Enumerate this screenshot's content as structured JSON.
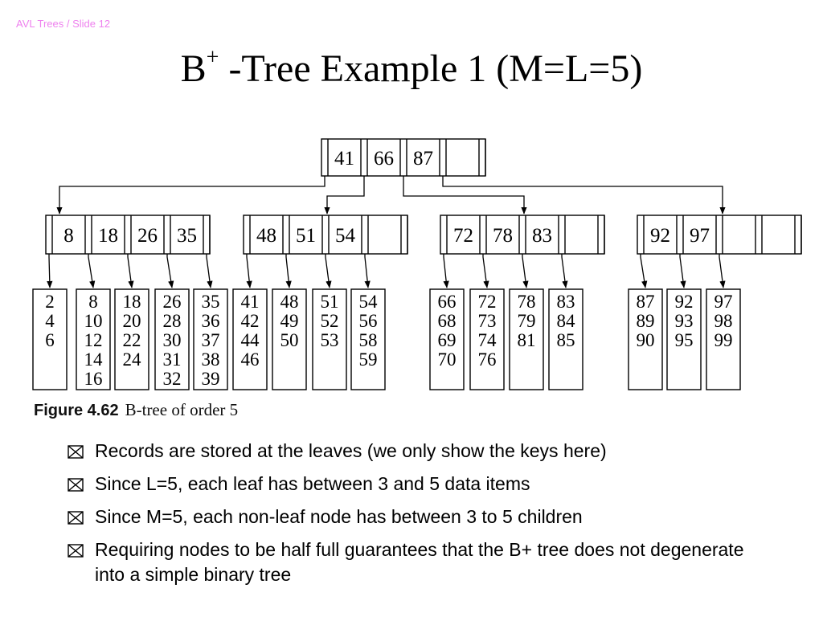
{
  "header": "AVL Trees / Slide 12",
  "title": {
    "main": "B",
    "sup": "+",
    "rest": " -Tree Example 1 (M=L=5)"
  },
  "tree": {
    "root": [
      "41",
      "66",
      "87",
      ""
    ],
    "internal": [
      [
        "8",
        "18",
        "26",
        "35"
      ],
      [
        "48",
        "51",
        "54",
        ""
      ],
      [
        "72",
        "78",
        "83",
        ""
      ],
      [
        "92",
        "97",
        "",
        ""
      ]
    ],
    "leaves": [
      [
        "2",
        "4",
        "6"
      ],
      [
        "8",
        "10",
        "12",
        "14",
        "16"
      ],
      [
        "18",
        "20",
        "22",
        "24"
      ],
      [
        "26",
        "28",
        "30",
        "31",
        "32"
      ],
      [
        "35",
        "36",
        "37",
        "38",
        "39"
      ],
      [
        "41",
        "42",
        "44",
        "46"
      ],
      [
        "48",
        "49",
        "50"
      ],
      [
        "51",
        "52",
        "53"
      ],
      [
        "54",
        "56",
        "58",
        "59"
      ],
      [
        "66",
        "68",
        "69",
        "70"
      ],
      [
        "72",
        "73",
        "74",
        "76"
      ],
      [
        "78",
        "79",
        "81"
      ],
      [
        "83",
        "84",
        "85"
      ],
      [
        "87",
        "89",
        "90"
      ],
      [
        "92",
        "93",
        "95"
      ],
      [
        "97",
        "98",
        "99"
      ]
    ]
  },
  "caption": {
    "label": "Figure 4.62",
    "text": "B-tree of order 5"
  },
  "bullet_icon": "boxed-x-icon",
  "bullets": [
    "Records are stored at the leaves (we only show the keys here)",
    "Since L=5, each leaf has between 3 and 5 data items",
    "Since M=5, each non-leaf node has between 3 to 5 children",
    "Requiring nodes to be half full guarantees that the B+ tree does not degenerate into a simple binary tree"
  ]
}
